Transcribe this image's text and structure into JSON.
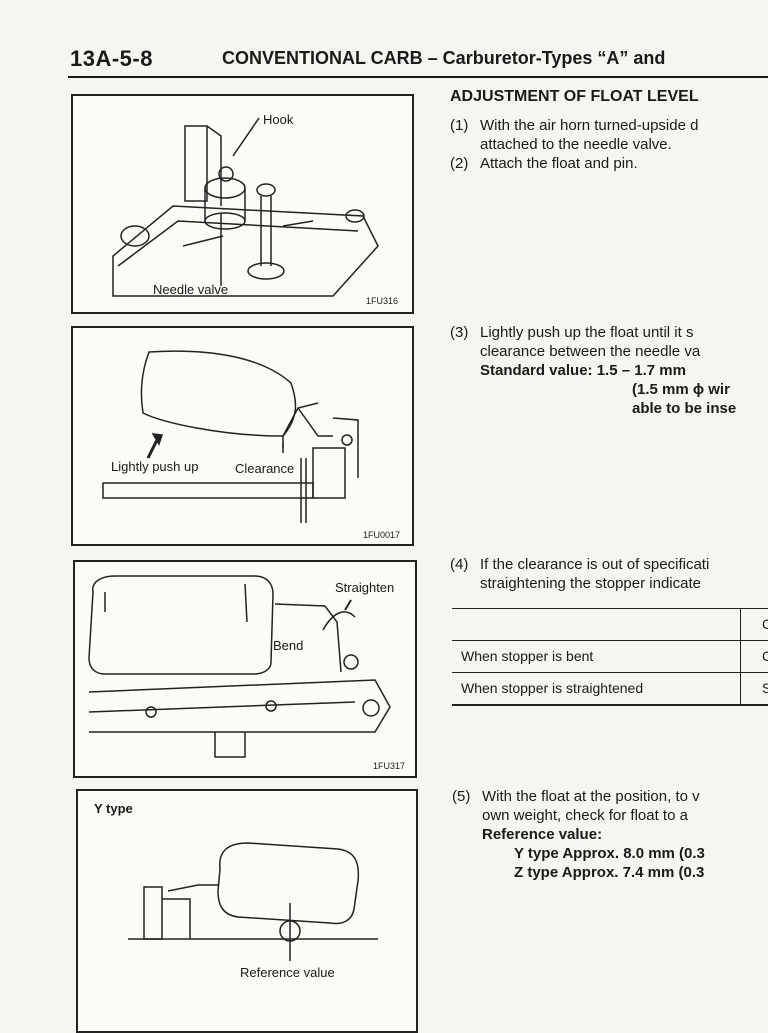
{
  "header": {
    "page_number": "13A-5-8",
    "title": "CONVENTIONAL CARB – Carburetor-Types “A” and"
  },
  "figures": {
    "fig1": {
      "code": "1FU316",
      "labels": {
        "hook": "Hook",
        "needle_valve": "Needle valve"
      }
    },
    "fig2": {
      "code": "1FU0017",
      "labels": {
        "push_up": "Lightly push up",
        "clearance": "Clearance"
      }
    },
    "fig3": {
      "code": "1FU317",
      "labels": {
        "straighten": "Straighten",
        "bend": "Bend"
      }
    },
    "fig4": {
      "title": "Y type",
      "labels": {
        "reference": "Reference value"
      }
    }
  },
  "section": {
    "heading": "ADJUSTMENT OF FLOAT LEVEL",
    "step1": {
      "num": "(1)",
      "line1": "With the air horn turned-upside d",
      "line2": "attached to the needle valve."
    },
    "step2": {
      "num": "(2)",
      "line1": "Attach the float and pin."
    },
    "step3": {
      "num": "(3)",
      "line1": "Lightly push up the float until it s",
      "line2": "clearance between the needle va",
      "std_label": "Standard value:",
      "std_value": "1.5 – 1.7 mm",
      "std_note1": "(1.5 mm ϕ wir",
      "std_note2": "able to be inse"
    },
    "step4": {
      "num": "(4)",
      "line1": "If the clearance is out of specificati",
      "line2": "straightening the stopper indicate",
      "table": {
        "header_col2": "C",
        "rows": [
          {
            "label": "When stopper is bent",
            "col2": "C"
          },
          {
            "label": "When stopper is straightened",
            "col2": "S"
          }
        ]
      }
    },
    "step5": {
      "num": "(5)",
      "line1": "With the float at the position, to v",
      "line2": "own weight, check for float to a",
      "ref_label": "Reference value:",
      "y_type": "Y type Approx. 8.0 mm (0.3",
      "z_type": "Z type Approx. 7.4 mm (0.3"
    }
  }
}
